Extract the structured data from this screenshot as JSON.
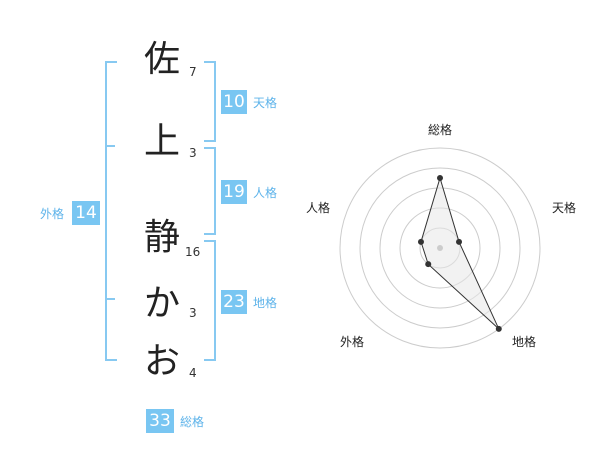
{
  "name": {
    "characters": [
      {
        "char": "佐",
        "strokes": "7"
      },
      {
        "char": "上",
        "strokes": "3"
      },
      {
        "char": "静",
        "strokes": "16"
      },
      {
        "char": "か",
        "strokes": "3"
      },
      {
        "char": "お",
        "strokes": "4"
      }
    ]
  },
  "kakusu": {
    "tenkaku": {
      "value": "10",
      "label": "天格"
    },
    "jinkaku": {
      "value": "19",
      "label": "人格"
    },
    "chikaku": {
      "value": "23",
      "label": "地格"
    },
    "gaikaku": {
      "value": "14",
      "label": "外格"
    },
    "soukaku": {
      "value": "33",
      "label": "総格"
    }
  },
  "radar": {
    "labels": {
      "top": "総格",
      "right": "天格",
      "bottom_right": "地格",
      "bottom_left": "外格",
      "left": "人格"
    }
  },
  "chart_data": {
    "type": "radar",
    "axes": [
      "総格",
      "天格",
      "地格",
      "外格",
      "人格"
    ],
    "values": [
      3.5,
      1,
      5,
      1,
      1
    ],
    "max": 5,
    "rings": 5,
    "colors": {
      "line": "#333333",
      "fill": "#e8e8e8",
      "ring": "#cccccc",
      "accent": "#79c6f2"
    }
  }
}
